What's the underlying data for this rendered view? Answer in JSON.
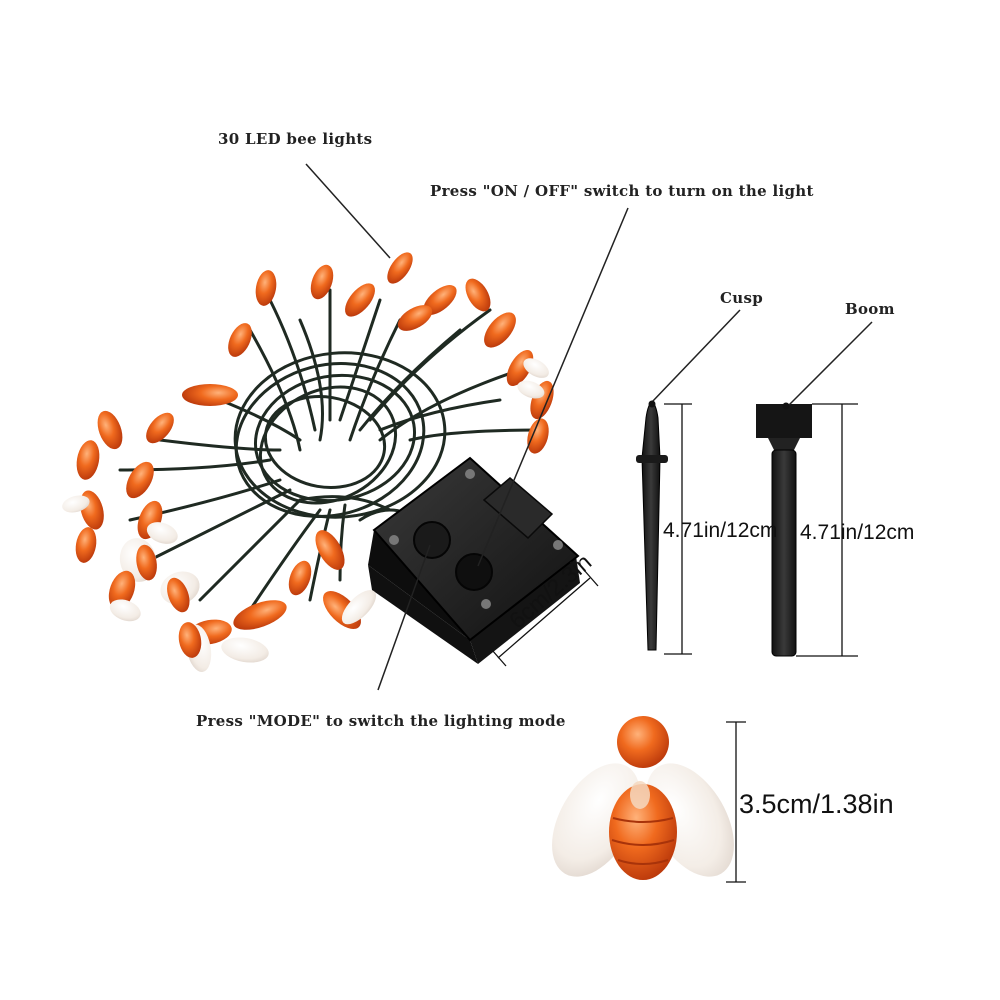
{
  "callouts": {
    "bee_lights": "30 LED bee lights",
    "on_off": "Press \"ON / OFF\" switch to turn on the light",
    "mode": "Press \"MODE\" to switch the lighting mode",
    "cusp": "Cusp",
    "boom": "Boom"
  },
  "dimensions": {
    "panel": "6cm/2.3in",
    "cusp_length": "4.71in/12cm",
    "boom_length": "4.71in/12cm",
    "bee_size": "3.5cm/1.38in"
  },
  "colors": {
    "bee_amber": "#e0530f",
    "bee_wing": "#f4ede6",
    "wire": "#1f2a22",
    "plastic_black": "#1b1b1b"
  }
}
